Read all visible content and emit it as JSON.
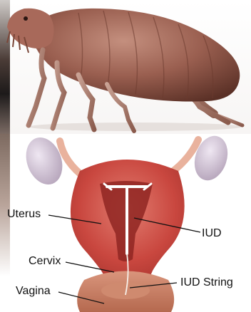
{
  "flea_photo": {
    "subject": "flea-body"
  },
  "diagram": {
    "labels": {
      "uterus": "Uterus",
      "cervix": "Cervix",
      "vagina": "Vagina",
      "iud": "IUD",
      "iud_string": "IUD String"
    },
    "colors": {
      "tissue": "#c9473f",
      "tissue_light": "#e89a8e",
      "ovary": "#cbbfcf",
      "tube": "#e9b29d",
      "device": "#ffffff"
    }
  }
}
